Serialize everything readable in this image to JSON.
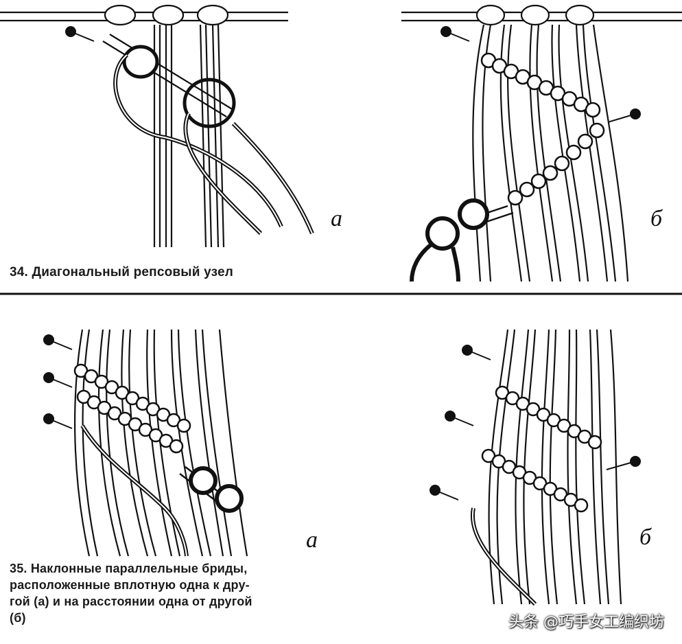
{
  "figure34": {
    "caption": "34. Диагональный репсовый узел",
    "panel_a_label": "а",
    "panel_b_label": "б"
  },
  "figure35": {
    "caption_line1": "35. Наклонные параллельные бриды,",
    "caption_line2": "расположенные вплотную одна к дру-",
    "caption_line3": "гой (а) и на расстоянии одна от другой",
    "caption_line4": "(б)",
    "panel_a_label": "а",
    "panel_b_label": "б"
  },
  "watermark": "头条 @巧手女工编织坊",
  "colors": {
    "ink": "#111111",
    "paper": "#ffffff"
  }
}
